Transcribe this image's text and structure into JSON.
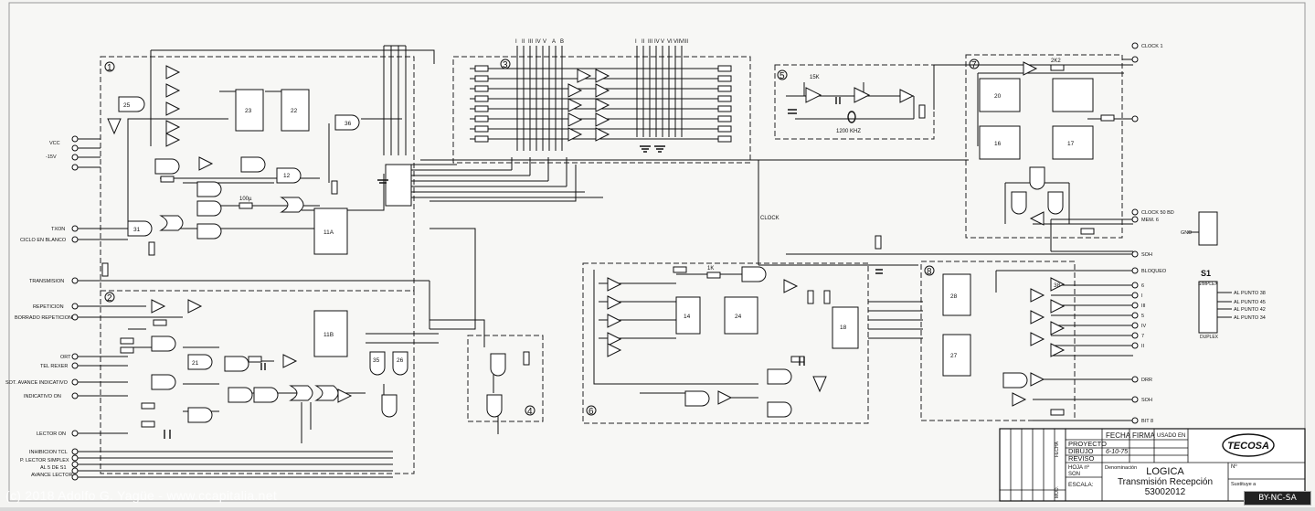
{
  "title_block": {
    "company": "TECOSA",
    "h_fecha": "FECHA",
    "h_firma": "FIRMA",
    "h_usado_en": "USADO EN",
    "row_proyecto": "PROYECTO",
    "row_dibujo": "DIBUJO",
    "row_reviso": "REVISO",
    "dibujo_fecha": "6-10-75",
    "hoja_label": "HOJA nº",
    "son_label": "SON",
    "escala_label": "ESCALA:",
    "denominacion_label": "Denominación",
    "title1": "LOGICA",
    "title2": "Transmisión Recepción",
    "drawing_number": "53002012",
    "nr_label": "Nº",
    "sustituye_label": "Sustituye a",
    "col_fecha": "FECHA",
    "col_mod": "MOD."
  },
  "watermark": {
    "text": "(c) 2018 Adolfo G. Yagüe - www.ccapitalia.net",
    "license": "BY-NC-SA"
  },
  "blocks": [
    {
      "id": "1",
      "label": "1"
    },
    {
      "id": "2",
      "label": "2"
    },
    {
      "id": "3",
      "label": "3"
    },
    {
      "id": "4",
      "label": "4"
    },
    {
      "id": "5",
      "label": "5"
    },
    {
      "id": "6",
      "label": "6"
    },
    {
      "id": "7",
      "label": "7"
    },
    {
      "id": "8",
      "label": "8"
    }
  ],
  "left_terminals": [
    {
      "label": "VCC"
    },
    {
      "label": "-15V"
    },
    {
      "label": "TXON"
    },
    {
      "label": "CICLO EN BLANCO"
    },
    {
      "label": "TRANSMISION"
    },
    {
      "label": "REPETICION"
    },
    {
      "label": "BORRADO REPETICION"
    },
    {
      "label": "ORT"
    },
    {
      "label": "TEL REXER"
    },
    {
      "label": "SOT. AVANCE INDICATIVO"
    },
    {
      "label": "INDICATIVO ON"
    },
    {
      "label": "LECTOR ON"
    },
    {
      "label": "INHIBICION TCL"
    },
    {
      "label": "P. LECTOR SIMPLEX"
    },
    {
      "label": "AL 5 DE S1"
    },
    {
      "label": "AVANCE LECTOR"
    }
  ],
  "right_terminals": [
    {
      "label": "CLOCK 1"
    },
    {
      "label": "CLOCK 50 BD"
    },
    {
      "label": "MEM. 6"
    },
    {
      "label": "SOH"
    },
    {
      "label": "BLOQUEO"
    },
    {
      "label": "6"
    },
    {
      "label": "I"
    },
    {
      "label": "III"
    },
    {
      "label": "5"
    },
    {
      "label": "IV"
    },
    {
      "label": "7"
    },
    {
      "label": "II"
    },
    {
      "label": "DRR"
    },
    {
      "label": "SOH"
    },
    {
      "label": "BIT 8"
    }
  ],
  "bus_labels": [
    "I",
    "II",
    "III",
    "IV",
    "V",
    "A",
    "B"
  ],
  "bus_labels_right": [
    "I",
    "II",
    "III",
    "IV",
    "V",
    "VI",
    "VII",
    "VIII"
  ],
  "switch": {
    "name": "S1",
    "simplex": "SIMPLEX",
    "duplex": "DUPLEX",
    "points": [
      "AL PUNTO 38",
      "AL PUNTO 45",
      "AL PUNTO 42",
      "AL PUNTO 34"
    ],
    "gnd": "GND"
  },
  "chip_labels": [
    "25",
    "23",
    "22",
    "36",
    "11A",
    "11B",
    "12",
    "31",
    "21",
    "26",
    "35",
    "14",
    "24",
    "18",
    "28",
    "27",
    "20",
    "16",
    "17",
    "38"
  ],
  "misc_labels": {
    "clock": "CLOCK",
    "crystal": "1200 KHZ",
    "r_2k2": "2K2",
    "r_100": "100µ",
    "r_1k": "1K",
    "r_15k": "15K"
  }
}
